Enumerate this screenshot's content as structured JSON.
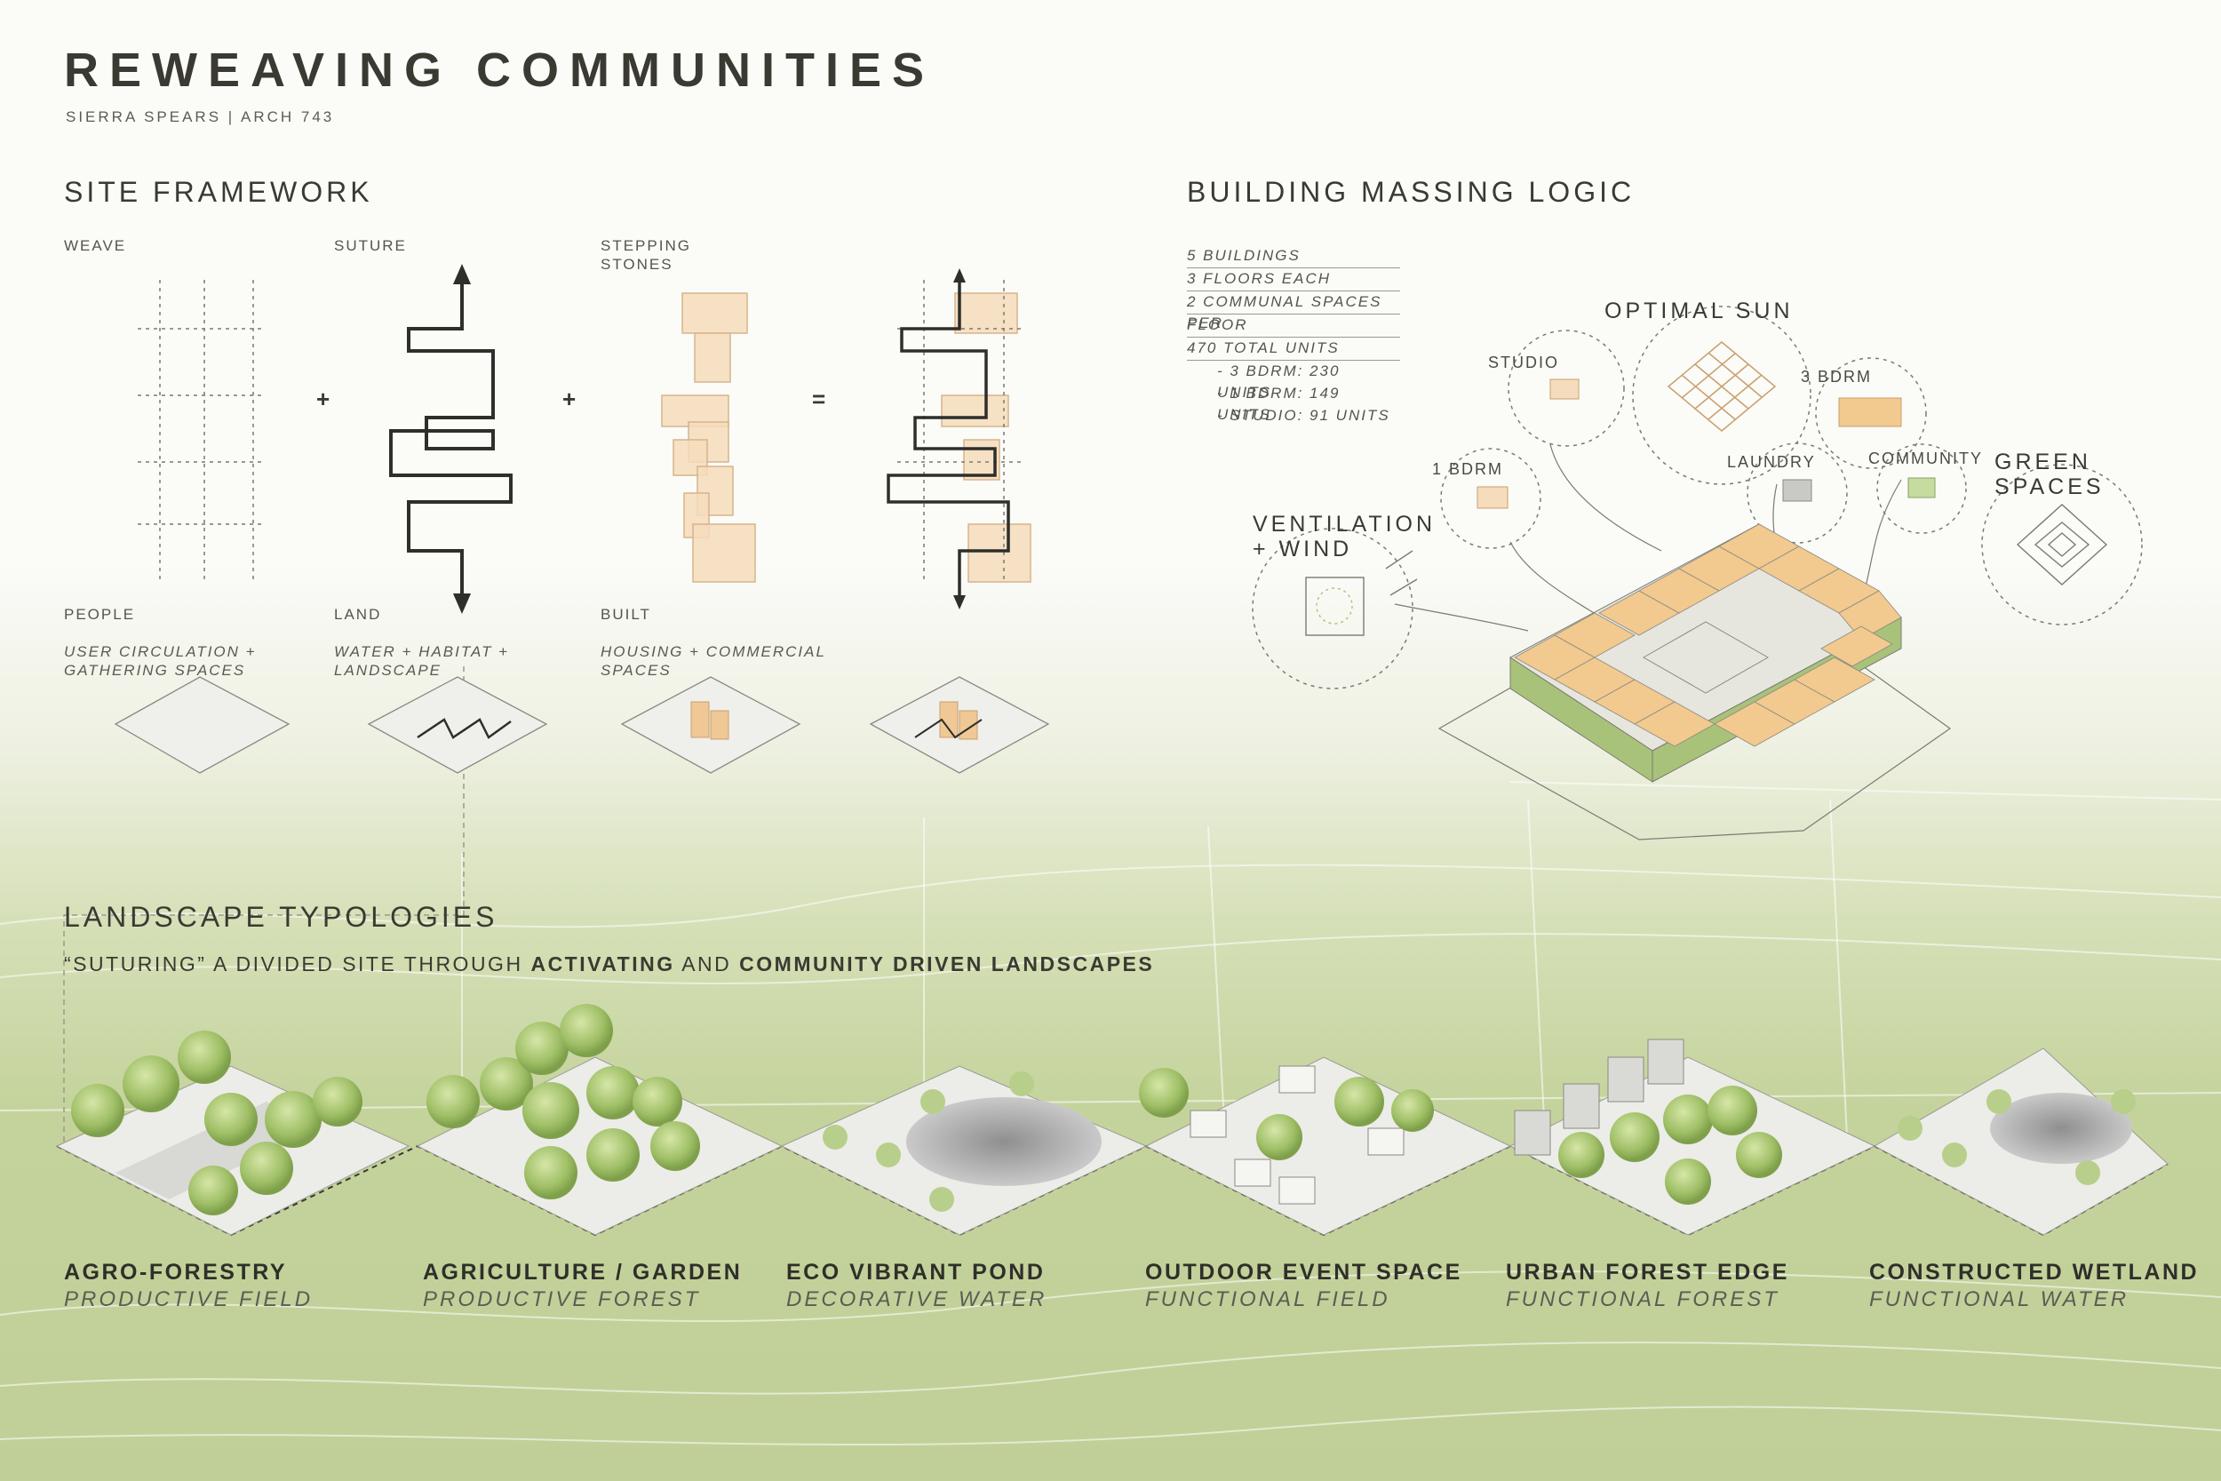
{
  "header": {
    "title": "REWEAVING COMMUNITIES",
    "subtitle": "SIERRA SPEARS | ARCH 743"
  },
  "site_framework": {
    "heading": "SITE FRAMEWORK",
    "columns": [
      {
        "top": "WEAVE",
        "label": "PEOPLE",
        "desc": "USER CIRCULATION + GATHERING SPACES"
      },
      {
        "top": "SUTURE",
        "label": "LAND",
        "desc": "WATER + HABITAT + LANDSCAPE"
      },
      {
        "top": "STEPPING STONES",
        "label": "BUILT",
        "desc": "HOUSING + COMMERCIAL SPACES"
      }
    ],
    "ops": [
      "+",
      "+",
      "="
    ]
  },
  "massing": {
    "heading": "BUILDING MASSING LOGIC",
    "stats": [
      "5 BUILDINGS",
      "3 FLOORS EACH",
      "2 COMMUNAL SPACES PER",
      "FLOOR",
      "470 TOTAL UNITS"
    ],
    "units": [
      "- 3 BDRM: 230 UNITS",
      "- 1 BDRM: 149 UNITS",
      "- STUDIO: 91 UNITS"
    ],
    "optimal_sun": "OPTIMAL SUN",
    "studio": "STUDIO",
    "three_bdrm": "3 BDRM",
    "one_bdrm": "1 BDRM",
    "laundry": "LAUNDRY",
    "community": "COMMUNITY",
    "green_spaces": "GREEN SPACES",
    "ventilation": "VENTILATION + WIND",
    "colors": {
      "three_bdrm": "#f2c98e",
      "one_bdrm": "#f5dcbc",
      "laundry": "#c9c9c6",
      "community": "#c5dc9e"
    }
  },
  "landscape": {
    "heading": "LANDSCAPE TYPOLOGIES",
    "tagline_pre": "“SUTURING” A DIVIDED SITE THROUGH",
    "tagline_b1": "ACTIVATING",
    "tagline_mid": "AND",
    "tagline_b2": "COMMUNITY DRIVEN LANDSCAPES",
    "types": [
      {
        "name": "AGRO-FORESTRY",
        "sub": "PRODUCTIVE FIELD"
      },
      {
        "name": "AGRICULTURE / GARDEN",
        "sub": "PRODUCTIVE FOREST"
      },
      {
        "name": "ECO VIBRANT POND",
        "sub": "DECORATIVE WATER"
      },
      {
        "name": "OUTDOOR EVENT SPACE",
        "sub": "FUNCTIONAL FIELD"
      },
      {
        "name": "URBAN FOREST EDGE",
        "sub": "FUNCTIONAL FOREST"
      },
      {
        "name": "CONSTRUCTED WETLAND",
        "sub": "FUNCTIONAL WATER"
      }
    ]
  }
}
